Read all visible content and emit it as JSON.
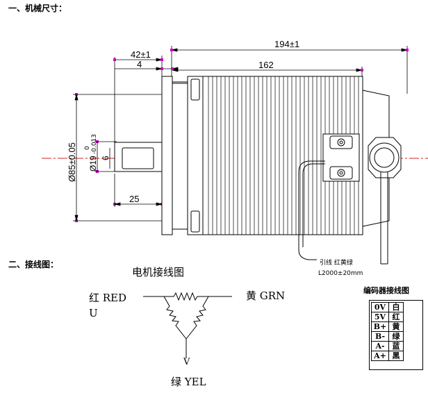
{
  "sections": {
    "mechanical": "一、机械尺寸：",
    "wiring": "二、接线图："
  },
  "dimensions": {
    "overall_length": "194±1",
    "shaft_length": "42±1",
    "flange_thickness": "4",
    "body_length": "162",
    "body_diameter": "Ø85±0.05",
    "shaft_diameter": "Ø19",
    "shaft_tol_upper": "0",
    "shaft_tol_lower": "-0.013",
    "key_width": "6",
    "key_length": "25"
  },
  "lead_note": {
    "line1": "引线 红黄绿",
    "line2": "L2000±20mm"
  },
  "motor_wiring": {
    "title": "电机接线图",
    "red": "红 RED",
    "u": "U",
    "yellow": "黄 GRN",
    "v": "V",
    "green": "绿 YEL"
  },
  "encoder": {
    "title": "编码器接线图",
    "rows": [
      {
        "pin": "0V",
        "color": "白"
      },
      {
        "pin": "5V",
        "color": "红"
      },
      {
        "pin": "B+",
        "color": "黄"
      },
      {
        "pin": "B-",
        "color": "绿"
      },
      {
        "pin": "A-",
        "color": "蓝"
      },
      {
        "pin": "A+",
        "color": "黑"
      }
    ]
  },
  "colors": {
    "centerline": "#cc2222",
    "marker": "#cc00cc",
    "line": "#000000"
  }
}
